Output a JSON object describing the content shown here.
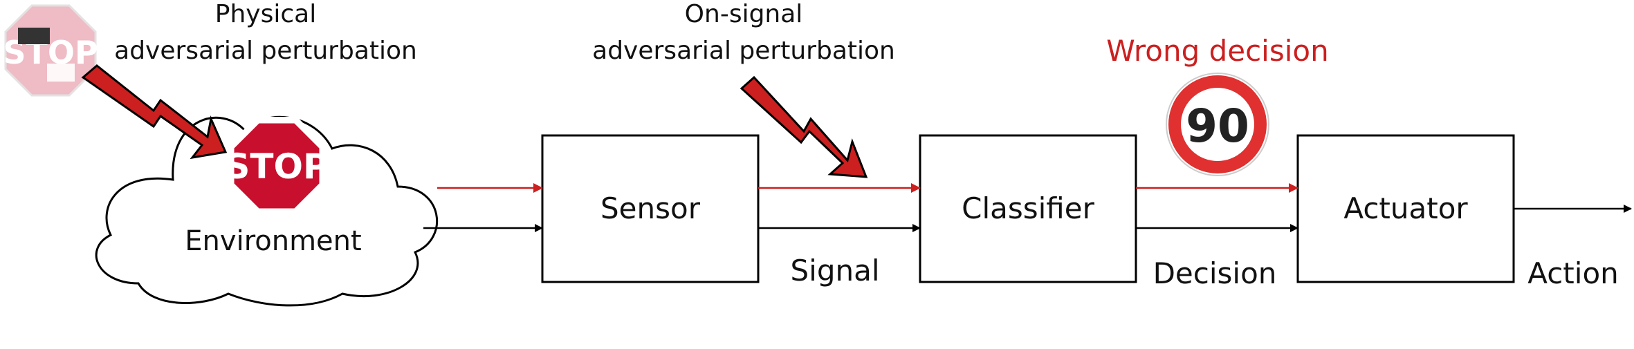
{
  "annotations": {
    "physical_line1": "Physical",
    "physical_line2": "adversarial perturbation",
    "onsignal_line1": "On-signal",
    "onsignal_line2": "adversarial perturbation",
    "wrong_decision": "Wrong decision"
  },
  "blocks": {
    "environment": "Environment",
    "sensor": "Sensor",
    "classifier": "Classifier",
    "actuator": "Actuator"
  },
  "signals": {
    "signal": "Signal",
    "decision": "Decision",
    "action": "Action"
  },
  "signs": {
    "stop_text": "STOP",
    "speed_limit": "90"
  },
  "colors": {
    "attack_red": "#cc1f1f",
    "stop_sign_red": "#c8102e",
    "speed_ring_red": "#e03030",
    "box_stroke": "#000000"
  }
}
